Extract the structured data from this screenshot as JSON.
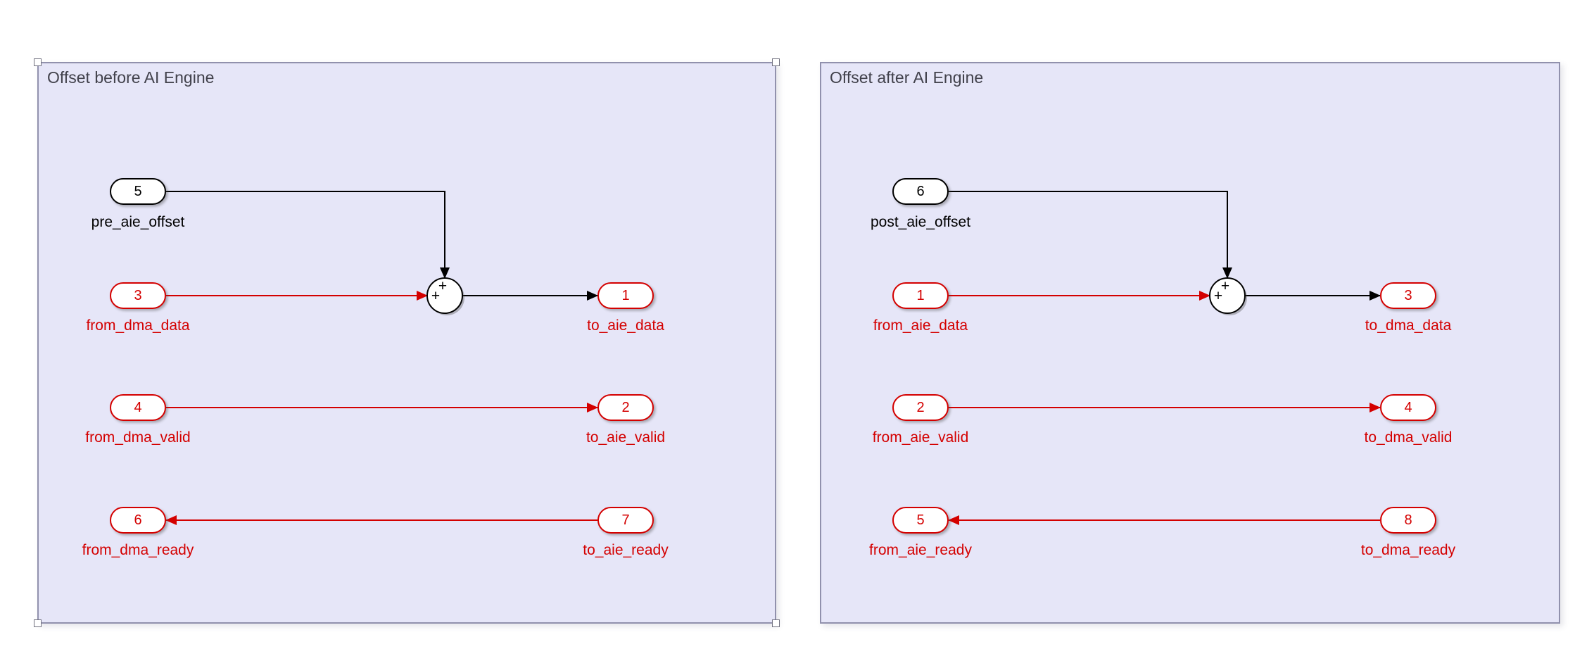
{
  "colors": {
    "diagram_bg": "#ffffff",
    "area_fill": "#e6e6f8",
    "area_border": "#9191ad",
    "title_text": "#41414b",
    "signal_red": "#d40000",
    "signal_black": "#000000"
  },
  "areas": [
    {
      "title": "Offset before AI Engine",
      "selected": true,
      "offset_port": {
        "num": "5",
        "label": "pre_aie_offset"
      },
      "sum": {
        "top_sign": "+",
        "left_sign": "+"
      },
      "rows": [
        {
          "left": {
            "num": "3",
            "label": "from_dma_data"
          },
          "right": {
            "num": "1",
            "label": "to_aie_data"
          }
        },
        {
          "left": {
            "num": "4",
            "label": "from_dma_valid"
          },
          "right": {
            "num": "2",
            "label": "to_aie_valid"
          }
        },
        {
          "left": {
            "num": "6",
            "label": "from_dma_ready"
          },
          "right": {
            "num": "7",
            "label": "to_aie_ready"
          }
        }
      ]
    },
    {
      "title": "Offset after AI Engine",
      "selected": false,
      "offset_port": {
        "num": "6",
        "label": "post_aie_offset"
      },
      "sum": {
        "top_sign": "+",
        "left_sign": "+"
      },
      "rows": [
        {
          "left": {
            "num": "1",
            "label": "from_aie_data"
          },
          "right": {
            "num": "3",
            "label": "to_dma_data"
          }
        },
        {
          "left": {
            "num": "2",
            "label": "from_aie_valid"
          },
          "right": {
            "num": "4",
            "label": "to_dma_valid"
          }
        },
        {
          "left": {
            "num": "5",
            "label": "from_aie_ready"
          },
          "right": {
            "num": "8",
            "label": "to_dma_ready"
          }
        }
      ]
    }
  ]
}
